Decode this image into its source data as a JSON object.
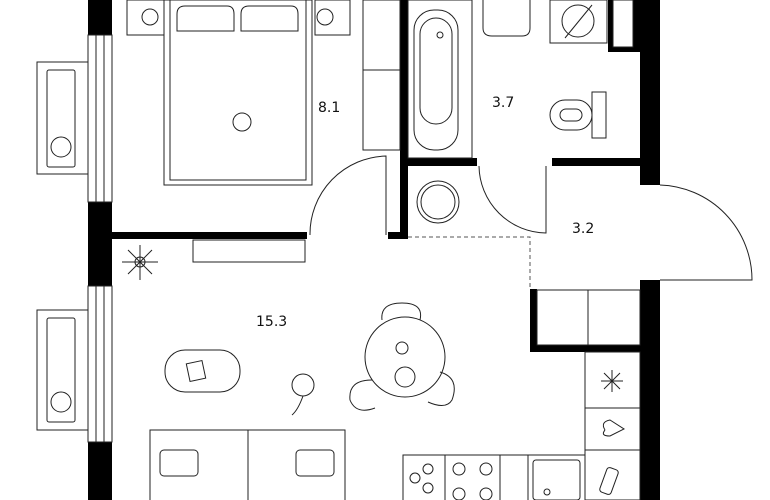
{
  "rooms": [
    {
      "name": "bedroom",
      "area": "8.1"
    },
    {
      "name": "bathroom",
      "area": "3.7"
    },
    {
      "name": "hallway",
      "area": "3.2"
    },
    {
      "name": "living-kitchen",
      "area": "15.3"
    }
  ],
  "colors": {
    "wall": "#000000",
    "line": "#222222",
    "background": "#ffffff"
  }
}
